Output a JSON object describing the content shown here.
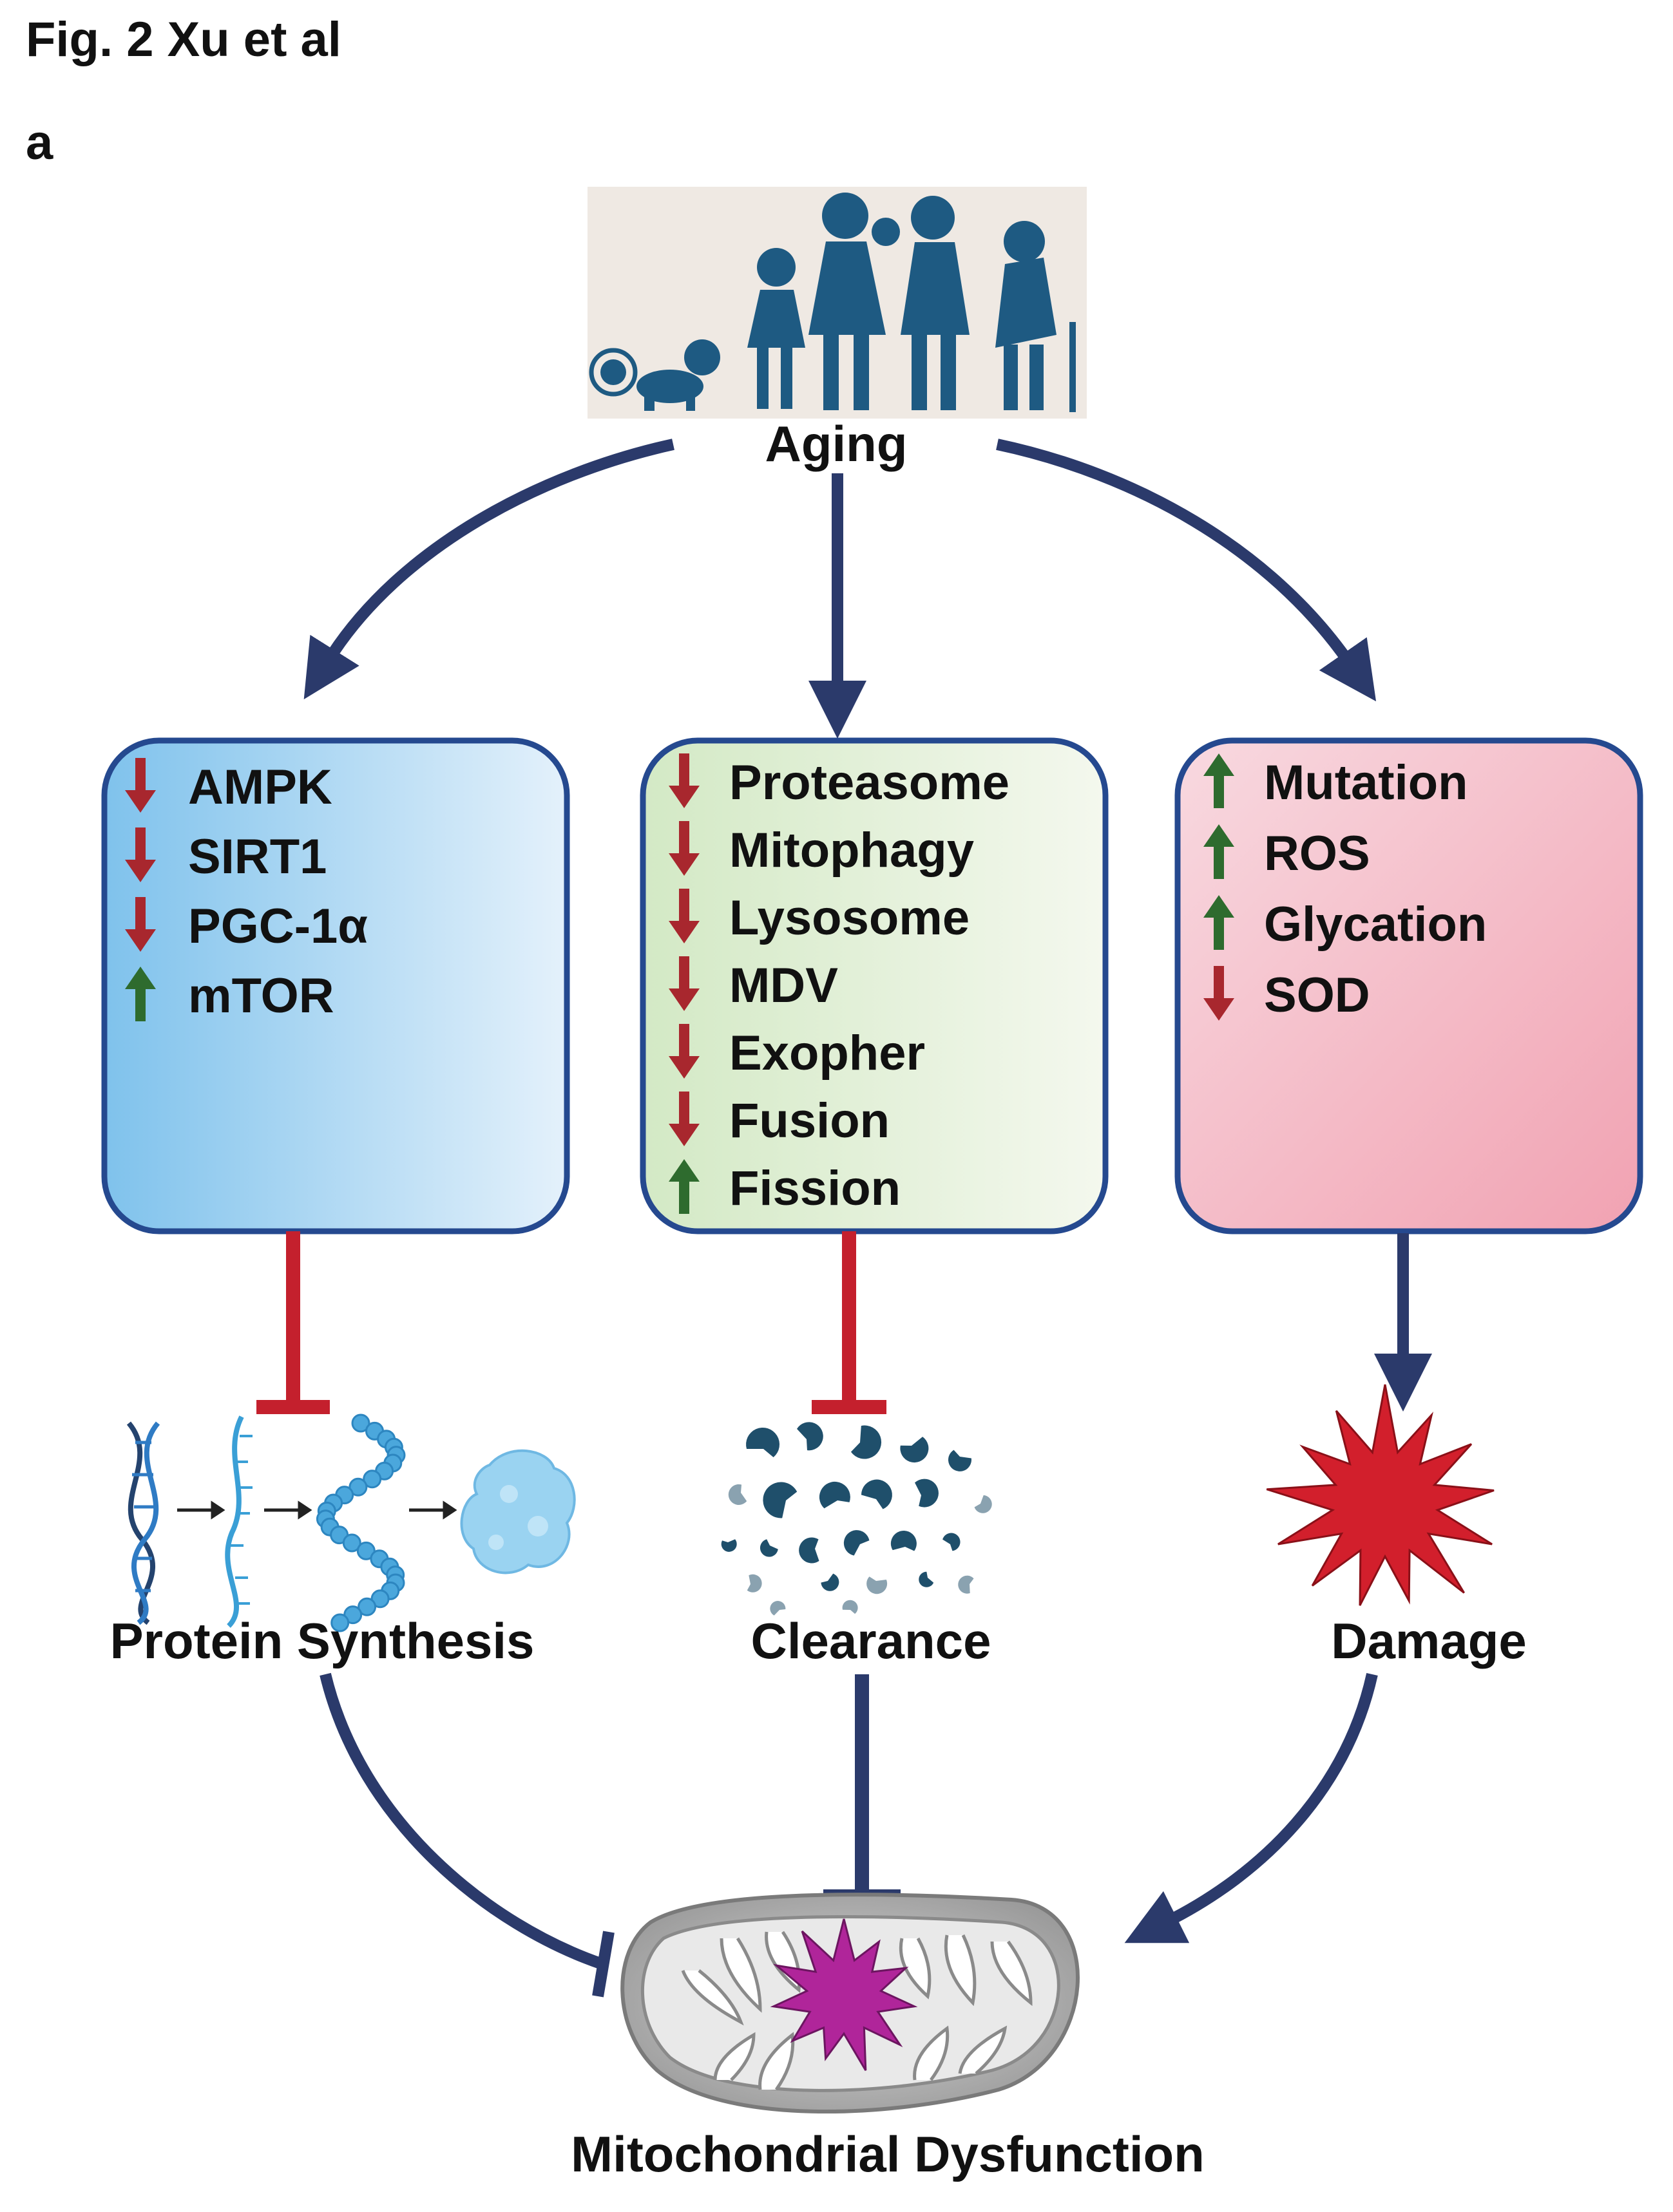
{
  "header": {
    "figure_label": "Fig. 2 Xu et al",
    "panel_label": "a"
  },
  "top": {
    "label": "Aging"
  },
  "boxes": [
    {
      "items": [
        {
          "text": "AMPK",
          "dir": "down"
        },
        {
          "text": "SIRT1",
          "dir": "down"
        },
        {
          "text": "PGC-1α",
          "dir": "down"
        },
        {
          "text": "mTOR",
          "dir": "up"
        }
      ]
    },
    {
      "items": [
        {
          "text": "Proteasome",
          "dir": "down"
        },
        {
          "text": "Mitophagy",
          "dir": "down"
        },
        {
          "text": "Lysosome",
          "dir": "down"
        },
        {
          "text": "MDV",
          "dir": "down"
        },
        {
          "text": "Exopher",
          "dir": "down"
        },
        {
          "text": "Fusion",
          "dir": "down"
        },
        {
          "text": "Fission",
          "dir": "up"
        }
      ]
    },
    {
      "items": [
        {
          "text": "Mutation",
          "dir": "up"
        },
        {
          "text": "ROS",
          "dir": "up"
        },
        {
          "text": "Glycation",
          "dir": "up"
        },
        {
          "text": "SOD",
          "dir": "down"
        }
      ]
    }
  ],
  "outcomes": {
    "protein_synthesis": "Protein Synthesis",
    "clearance": "Clearance",
    "damage": "Damage"
  },
  "bottom": {
    "label": "Mitochondrial Dysfunction"
  },
  "colors": {
    "navy": "#2b3a6b",
    "red": "#c4202d",
    "arrow_up": "#2e6b2e",
    "arrow_down": "#a8272e",
    "box_border": "#25498f",
    "silhouette": "#1e5a82",
    "starburst_damage": "#d21f2c",
    "starburst_mito": "#b0259a"
  },
  "icons": [
    "aging-silhouettes-icon",
    "dna-icon",
    "mrna-icon",
    "peptide-chain-icon",
    "folded-protein-icon",
    "protein-fragments-icon",
    "damage-starburst-icon",
    "mitochondrion-icon"
  ]
}
